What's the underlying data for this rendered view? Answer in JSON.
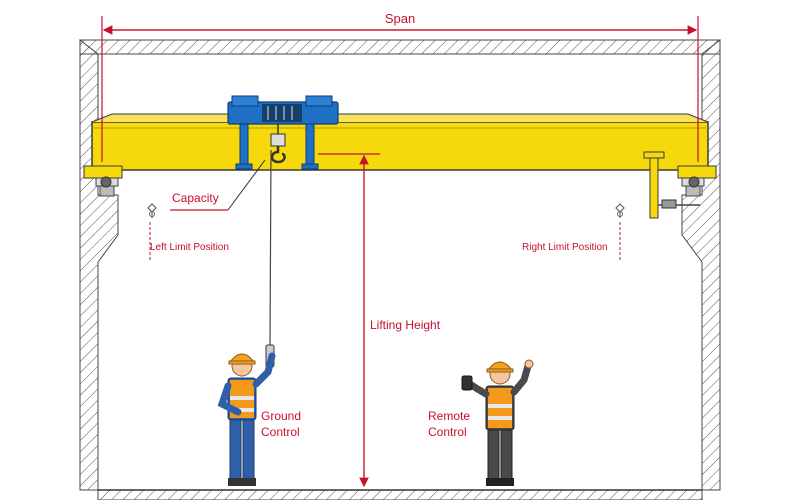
{
  "labels": {
    "span": "Span",
    "capacity": "Capacity",
    "left_limit": "Left Limit Position",
    "right_limit": "Right Limit Position",
    "lifting_height": "Lifting Height",
    "ground_control_line1": "Ground",
    "ground_control_line2": "Control",
    "remote_control_line1": "Remote",
    "remote_control_line2": "Control"
  },
  "colors": {
    "girder": "#f5d90a",
    "girder_outline": "#3a3a3a",
    "hoist": "#1f6fc4",
    "dimension": "#c8102e",
    "vest": "#f39a1d",
    "helmet": "#f7a21b",
    "trousers": "#2e5fa8",
    "skin": "#f2c79c"
  },
  "icons": {
    "hoist": "electric-hoist-icon",
    "hook": "crane-hook-icon",
    "limit_switch": "limit-switch-icon",
    "worker": "worker-icon",
    "pendant": "pendant-control-icon",
    "radio": "radio-remote-icon"
  }
}
